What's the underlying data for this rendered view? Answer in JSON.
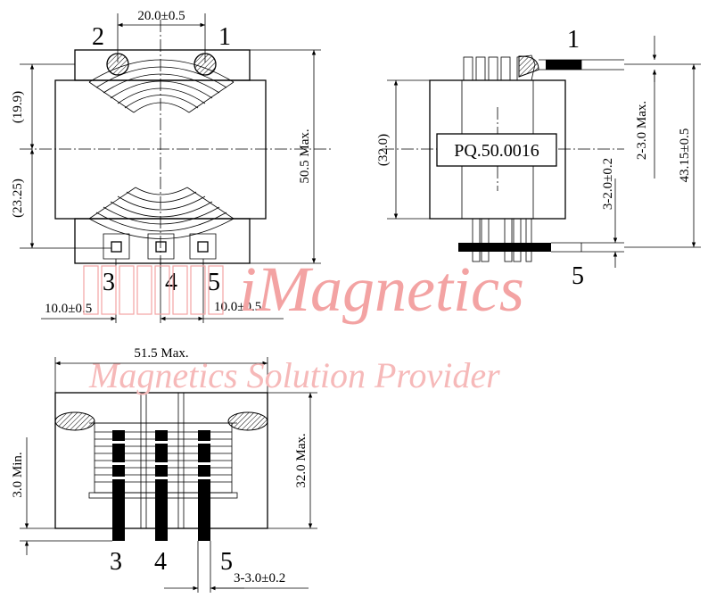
{
  "part_number": "PQ.50.0016",
  "watermark": {
    "brand": "iMagnetics",
    "tagline": "Magnetics Solution Provider"
  },
  "pins": {
    "top_left": "2",
    "top_right": "1",
    "bottom": [
      "3",
      "4",
      "5"
    ],
    "side_top": "1",
    "side_bottom": "5",
    "bottom_view": [
      "3",
      "4",
      "5"
    ]
  },
  "dimensions": {
    "pin_pitch_top": "20.0±0.5",
    "pitch_left": "10.0±0.5",
    "pitch_right": "10.0±0.5",
    "upper_half": "(19.9)",
    "lower_half": "(23.25)",
    "overall_height": "50.5 Max.",
    "core_width": "(32.0)",
    "pin_length_top": "2-3.0 Max.",
    "total_side": "43.15±0.5",
    "pin_length_bottom": "3-2.0±0.2",
    "overall_width": "51.5 Max.",
    "standoff": "3.0 Min.",
    "bottom_height": "32.0 Max.",
    "pin_width": "3-3.0±0.2"
  },
  "colors": {
    "line": "#000000",
    "watermark": "#f3a3a3"
  }
}
